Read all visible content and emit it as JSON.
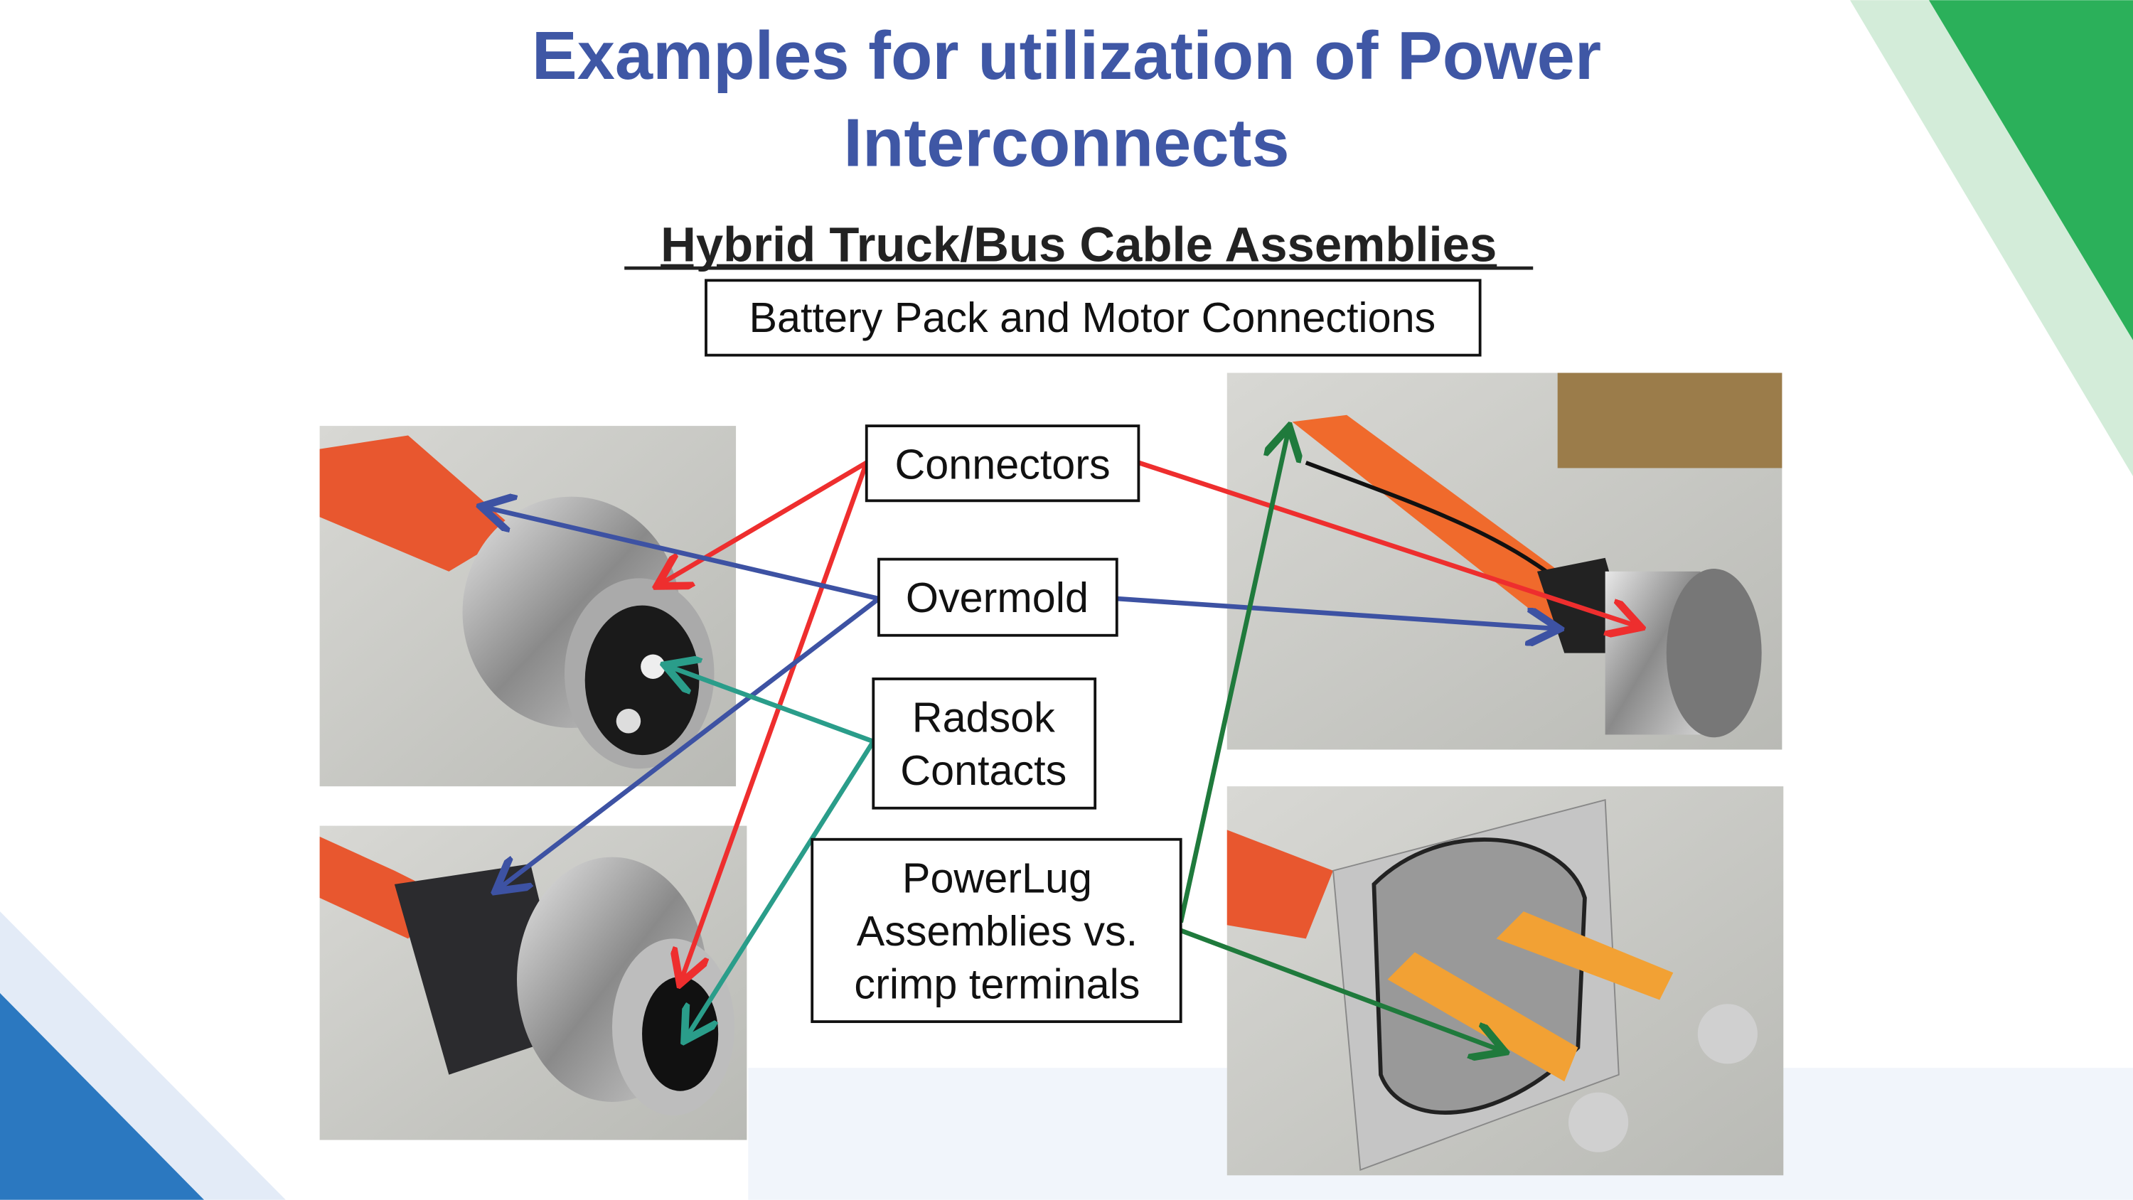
{
  "slide": {
    "title_line1": "Examples for utilization of Power",
    "title_line2": "Interconnects",
    "subtitle": "Hybrid Truck/Bus Cable Assemblies",
    "section_box": "Battery Pack and Motor Connections",
    "labels": {
      "connectors": "Connectors",
      "overmold": "Overmold",
      "radsok_line1": "Radsok",
      "radsok_line2": "Contacts",
      "powerlug_line1": "PowerLug",
      "powerlug_line2": "Assemblies vs.",
      "powerlug_line3": "crimp terminals"
    },
    "colors": {
      "title": "#3f57a5",
      "connectors_arrow": "#ee2e2e",
      "overmold_arrow": "#3d52a3",
      "radsok_arrow": "#2a9d8a",
      "powerlug_arrow": "#1f7a3c"
    }
  }
}
